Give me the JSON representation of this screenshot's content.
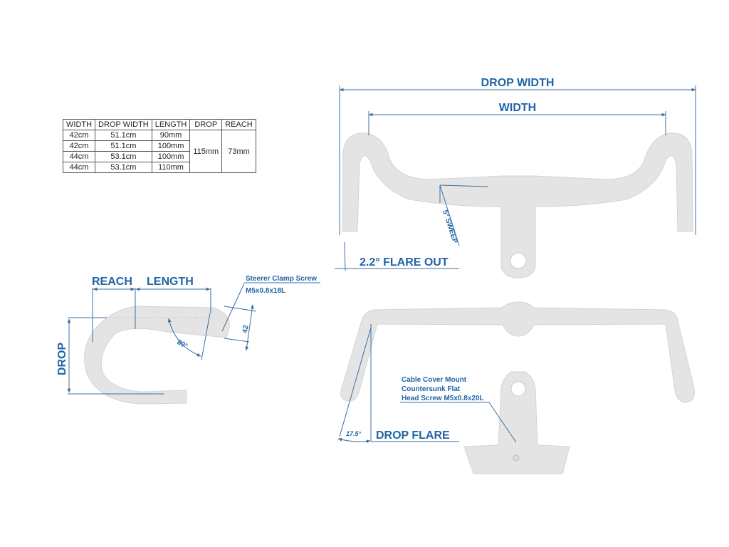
{
  "spec_table": {
    "headers": [
      "WIDTH",
      "DROP WIDTH",
      "LENGTH",
      "DROP",
      "REACH"
    ],
    "rows": [
      [
        "42cm",
        "51.1cm",
        "90mm"
      ],
      [
        "42cm",
        "51.1cm",
        "100mm"
      ],
      [
        "44cm",
        "53.1cm",
        "100mm"
      ],
      [
        "44cm",
        "53.1cm",
        "110mm"
      ]
    ],
    "drop": "115mm",
    "reach": "73mm"
  },
  "top_view": {
    "drop_width": "DROP WIDTH",
    "width": "WIDTH",
    "sweep": "5° SWEEP",
    "flare_out": "2.2° FLARE OUT"
  },
  "side_view": {
    "reach": "REACH",
    "length": "LENGTH",
    "drop": "DROP",
    "angle": "80°",
    "clamp_height": "42",
    "screw_title": "Steerer Clamp Screw",
    "screw_spec": "M5x0.8x18L"
  },
  "front_view": {
    "angle": "17.5°",
    "drop_flare": "DROP FLARE",
    "mount_line1": "Cable Cover Mount",
    "mount_line2": "Countersunk Flat",
    "mount_line3": "Head Screw M5x0.8x20L"
  },
  "colors": {
    "accent": "#1f63a6",
    "part": "#e4e4e4"
  }
}
